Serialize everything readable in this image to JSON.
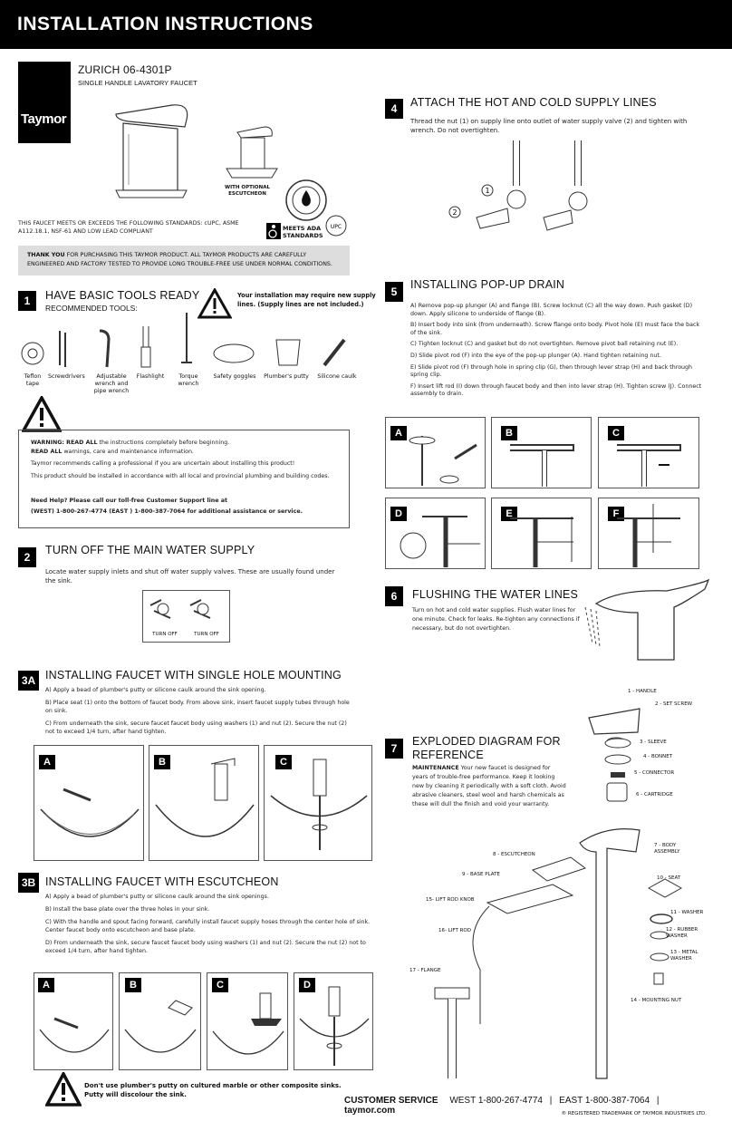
{
  "header": {
    "title": "INSTALLATION INSTRUCTIONS",
    "brand": "Taymor"
  },
  "product": {
    "model": "ZURICH 06-4301P",
    "type": "SINGLE HANDLE LAVATORY FAUCET",
    "optional": "WITH OPTIONAL ESCUTCHEON",
    "standards": "THIS FAUCET MEETS OR EXCEEDS THE FOLLOWING STANDARDS: cUPC, ASME A112.18.1, NSF-61 AND LOW LEAD COMPLIANT",
    "ada": "MEETS ADA STANDARDS"
  },
  "thanks": {
    "lead": "THANK YOU",
    "text": " FOR PURCHASING THIS TAYMOR PRODUCT. ALL TAYMOR PRODUCTS ARE CAREFULLY ENGINEERED AND FACTORY TESTED TO PROVIDE LONG TROUBLE-FREE USE UNDER NORMAL CONDITIONS."
  },
  "s1": {
    "num": "1",
    "title": "HAVE BASIC TOOLS READY",
    "sub": "RECOMMENDED TOOLS:",
    "note": "Your installation may require new supply lines. (Supply lines are not included.)",
    "tools": [
      "Teflon tape",
      "Screwdrivers",
      "Adjustable wrench and pipe wrench",
      "Flashlight",
      "Torque wrench",
      "Safety goggles",
      "Plumber's putty",
      "Silicone caulk"
    ]
  },
  "warning": {
    "l1b": "WARNING: READ ALL",
    "l1": " the instructions completely before beginning.",
    "l2b": "READ ALL",
    "l2": " warnings, care and maintenance information.",
    "l3": "Taymor recommends calling a professional if you are uncertain about installing this product!",
    "l4": "This product should be installed in accordance with all local and provincial plumbing and building codes.",
    "help": "Need Help? Please call our toll-free Customer Support line at",
    "phones": "(WEST) 1-800-267-4774     (EAST ) 1-800-387-7064 for additional assistance or service."
  },
  "s2": {
    "num": "2",
    "title": "TURN OFF THE MAIN WATER SUPPLY",
    "text": "Locate water supply inlets and shut off water supply valves. These are usually found under the sink.",
    "l1": "TURN OFF",
    "l2": "TURN OFF"
  },
  "s3a": {
    "num": "3A",
    "title": "INSTALLING FAUCET WITH SINGLE HOLE MOUNTING",
    "a": "A) Apply a bead of plumber's putty or silicone caulk around the sink opening.",
    "b": "B) Place seat (1) onto the bottom of faucet body. From above sink, insert faucet supply tubes through hole on sink.",
    "c": "C) From underneath the sink, secure faucet faucet body using washers (1) and nut (2). Secure the nut (2) not to exceed 1/4 turn, after hand tighten.",
    "panels": [
      "A",
      "B",
      "C"
    ]
  },
  "s3b": {
    "num": "3B",
    "title": "INSTALLING FAUCET WITH ESCUTCHEON",
    "a": "A) Apply a bead of plumber's putty or silicone caulk around the sink openings.",
    "b": "B) Install the base plate over the three holes in your sink.",
    "c": "C) With the handle and spout facing forward, carefully install faucet supply hoses through the center hole of sink. Center faucet body onto escutcheon and base plate.",
    "d": "D) From underneath the sink, secure faucet faucet body using washers (1) and nut (2). Secure the nut (2) not to exceed 1/4 turn, after hand tighten.",
    "panels": [
      "A",
      "B",
      "C",
      "D"
    ]
  },
  "bottomwarn": "Don't use plumber's putty on cultured marble or other composite sinks. Putty will discolour the sink.",
  "s4": {
    "num": "4",
    "title": "ATTACH THE HOT AND COLD SUPPLY LINES",
    "text": "Thread the nut (1) on supply line onto outlet of water supply valve (2) and tighten with wrench. Do not overtighten.",
    "c1": "1",
    "c2": "2"
  },
  "s5": {
    "num": "5",
    "title": "INSTALLING POP-UP DRAIN",
    "steps": [
      "A) Remove pop-up plunger (A) and flange (B). Screw locknut (C) all the way down. Push gasket (D) down. Apply silicone to underside of flange (B).",
      "B) Insert body into sink (from underneath). Screw flange onto body. Pivot hole (E) must face the back of the sink.",
      "C) Tighten locknut (C) and gasket but do not overtighten. Remove pivot ball retaining nut (E).",
      "D) Slide pivot rod (F) into the eye of the pop-up plunger (A). Hand tighten retaining nut.",
      "E) Slide pivot rod (F) through hole in spring clip (G), then through lever strap (H) and back through spring clip.",
      "F) Insert lift rod (I) down through faucet body and then into lever strap (H). Tighten screw (J). Connect assembly to drain."
    ],
    "panels": [
      "A",
      "B",
      "C",
      "D",
      "E",
      "F"
    ]
  },
  "s6": {
    "num": "6",
    "title": "FLUSHING THE WATER LINES",
    "text": "Turn on hot and cold water supplies. Flush water lines for one minute. Check for leaks. Re-tighten any connections if necessary, but do not overtighten."
  },
  "s7": {
    "num": "7",
    "title": "EXPLODED DIAGRAM FOR REFERENCE",
    "lead": "MAINTENANCE",
    "text": " Your new faucet is designed for years of trouble-free performance. Keep it looking new by cleaning it periodically with a soft cloth. Avoid abrasive cleaners, steel wool and harsh chemicals as these will dull the finish and void your warranty.",
    "parts": [
      "1 - HANDLE",
      "2 - SET SCREW",
      "3 - SLEEVE",
      "4 - BONNET",
      "5 - CONNECTOR",
      "6 - CARTRIDGE",
      "7 - BODY ASSEMBLY",
      "8 - ESCUTCHEON",
      "9 - BASE PLATE",
      "10 - SEAT",
      "11 - WASHER",
      "12 - RUBBER WASHER",
      "13 - METAL WASHER",
      "14 - MOUNTING NUT",
      "15- LIFT ROD KNOB",
      "16- LIFT ROD",
      "17 - FLANGE"
    ]
  },
  "footer": {
    "cs": "CUSTOMER SERVICE",
    "west": "WEST 1-800-267-4774",
    "sep": "|",
    "east": "EAST 1-800-387-7064",
    "site": "taymor.com",
    "tm": "® REGISTERED TRADEMARK OF TAYMOR INDUSTRIES LTD."
  }
}
